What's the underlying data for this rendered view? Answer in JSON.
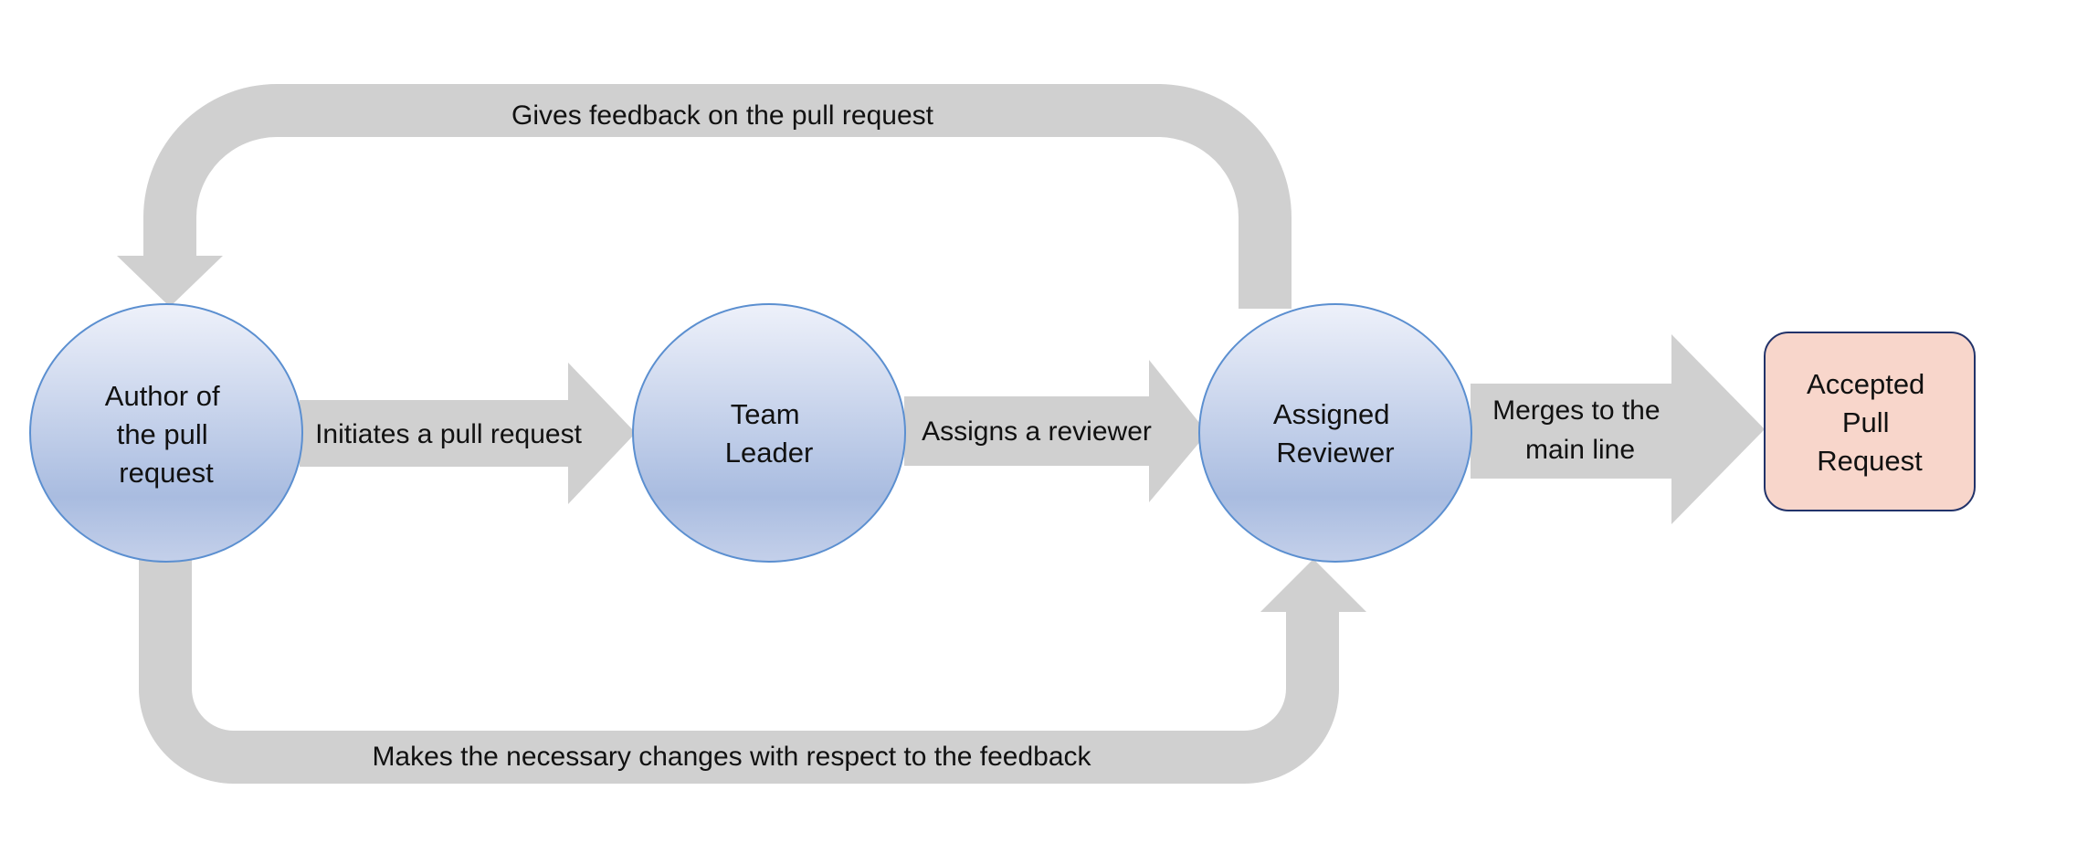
{
  "diagram": {
    "nodes": {
      "author": {
        "lines": [
          "Author of",
          "the pull",
          "request"
        ]
      },
      "team_leader": {
        "lines": [
          "Team",
          "Leader"
        ]
      },
      "reviewer": {
        "lines": [
          "Assigned",
          "Reviewer"
        ]
      },
      "accepted": {
        "lines": [
          "Accepted",
          "Pull",
          "Request"
        ]
      }
    },
    "edges": {
      "initiates": {
        "lines": [
          "Initiates a pull request"
        ]
      },
      "assigns": {
        "lines": [
          "Assigns a reviewer"
        ]
      },
      "merges": {
        "lines": [
          "Merges to the",
          "main line"
        ]
      },
      "feedback": {
        "lines": [
          "Gives feedback on the pull request"
        ]
      },
      "changes": {
        "lines": [
          "Makes the necessary changes with respect to the feedback"
        ]
      }
    },
    "colors": {
      "arrow": "#d0d0d0",
      "circle_top": "#eef1fa",
      "circle_bottom": "#a9bce0",
      "circle_stroke": "#5b8fd0",
      "accepted_fill": "#f8d6cb",
      "accepted_stroke": "#22336a"
    }
  }
}
